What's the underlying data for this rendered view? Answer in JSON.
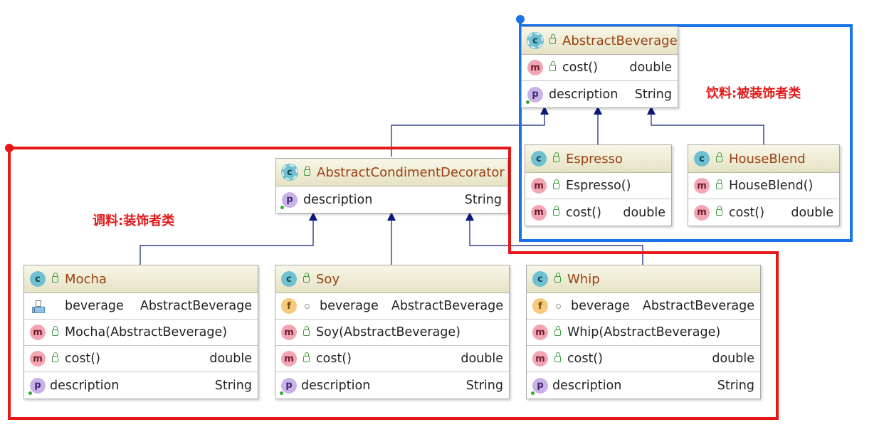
{
  "annotations": {
    "beverage_group": "饮料:被装饰者类",
    "condiment_group": "调料:装饰者类"
  },
  "colors": {
    "blue_frame": "#1a73e8",
    "red_frame": "#e81717",
    "arrow": "#0a1a7a"
  },
  "classes": {
    "abstract_beverage": {
      "name": "AbstractBeverage",
      "members": [
        {
          "icon": "m",
          "name": "cost()",
          "type": "double"
        },
        {
          "icon": "p",
          "name": "description",
          "type": "String"
        }
      ]
    },
    "espresso": {
      "name": "Espresso",
      "members": [
        {
          "icon": "m",
          "name": "Espresso()",
          "type": ""
        },
        {
          "icon": "m",
          "name": "cost()",
          "type": "double"
        }
      ]
    },
    "houseblend": {
      "name": "HouseBlend",
      "members": [
        {
          "icon": "m",
          "name": "HouseBlend()",
          "type": ""
        },
        {
          "icon": "m",
          "name": "cost()",
          "type": "double"
        }
      ]
    },
    "abstract_condiment": {
      "name": "AbstractCondimentDecorator",
      "members": [
        {
          "icon": "p",
          "name": "description",
          "type": "String"
        }
      ]
    },
    "mocha": {
      "name": "Mocha",
      "members": [
        {
          "icon": "f",
          "name": "beverage",
          "type": "AbstractBeverage"
        },
        {
          "icon": "m",
          "name": "Mocha(AbstractBeverage)",
          "type": ""
        },
        {
          "icon": "m",
          "name": "cost()",
          "type": "double"
        },
        {
          "icon": "p",
          "name": "description",
          "type": "String"
        }
      ]
    },
    "soy": {
      "name": "Soy",
      "members": [
        {
          "icon": "f",
          "name": "beverage",
          "type": "AbstractBeverage"
        },
        {
          "icon": "m",
          "name": "Soy(AbstractBeverage)",
          "type": ""
        },
        {
          "icon": "m",
          "name": "cost()",
          "type": "double"
        },
        {
          "icon": "p",
          "name": "description",
          "type": "String"
        }
      ]
    },
    "whip": {
      "name": "Whip",
      "members": [
        {
          "icon": "f",
          "name": "beverage",
          "type": "AbstractBeverage"
        },
        {
          "icon": "m",
          "name": "Whip(AbstractBeverage)",
          "type": ""
        },
        {
          "icon": "m",
          "name": "cost()",
          "type": "double"
        },
        {
          "icon": "p",
          "name": "description",
          "type": "String"
        }
      ]
    }
  }
}
